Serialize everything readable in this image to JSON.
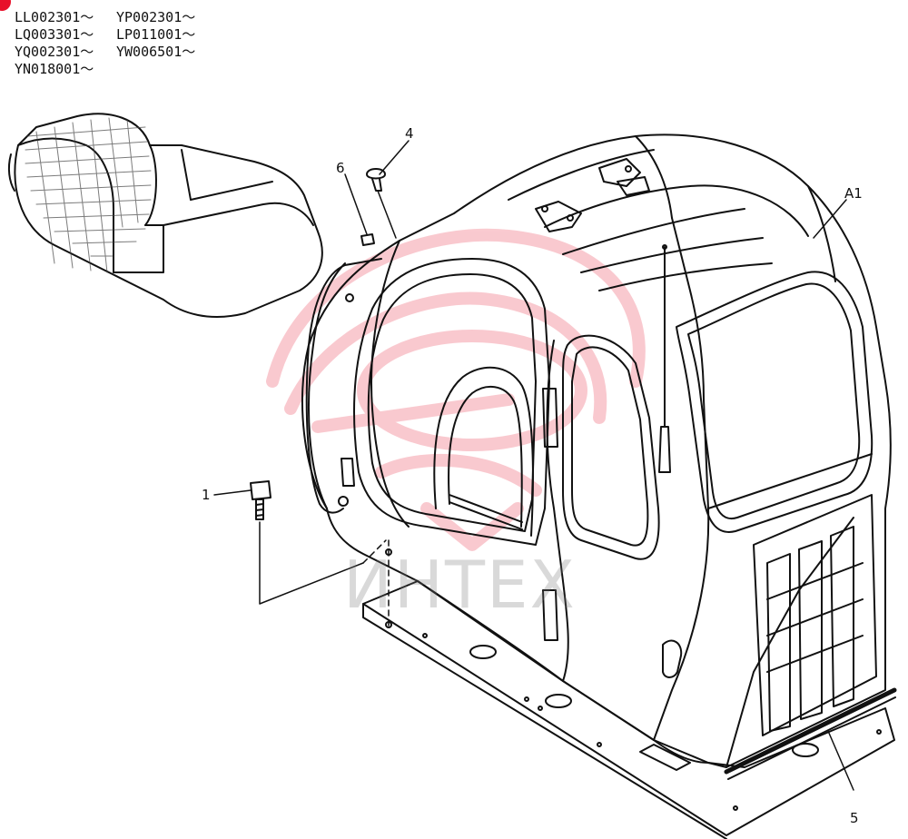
{
  "serial_numbers": [
    "LL002301～",
    "YP002301～",
    "LQ003301～",
    "LP011001～",
    "YQ002301～",
    "YW006501～",
    "YN018001～"
  ],
  "callouts": {
    "bolt": "1",
    "clip": "4",
    "seal_strip": "5",
    "grommet": "6",
    "cab_assembly": "A1"
  },
  "watermark": {
    "text": "ИНТЕХ",
    "color": "#e8102a"
  },
  "colors": {
    "line": "#111111",
    "corner_mark": "#e8102a"
  }
}
